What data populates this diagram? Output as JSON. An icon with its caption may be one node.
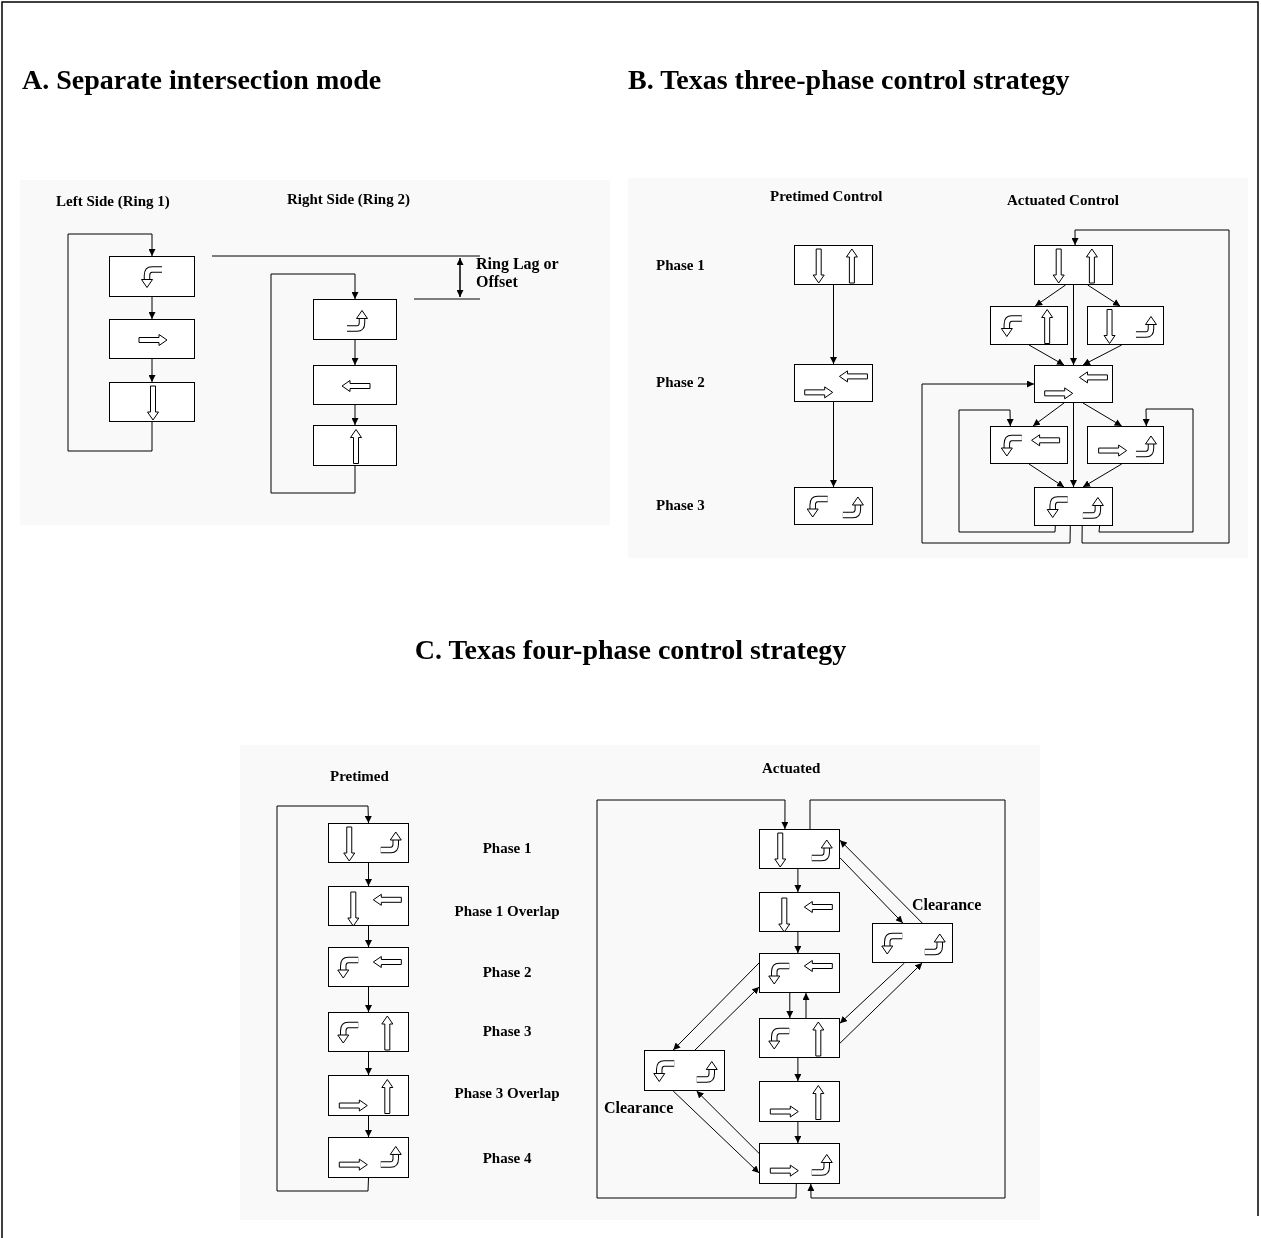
{
  "diagram": {
    "nodes": [
      {
        "text": [],
        "shape": "box"
      },
      {
        "text": [],
        "shape": "box"
      },
      {
        "text": [],
        "shape": "box"
      },
      {
        "text": [],
        "shape": "box"
      },
      {
        "text": [],
        "shape": "box"
      },
      {
        "text": [],
        "shape": "box"
      },
      {
        "text": [],
        "shape": "box"
      },
      {
        "text": [],
        "shape": "box"
      },
      {
        "text": [],
        "shape": "box"
      },
      {
        "text": [],
        "shape": "box"
      },
      {
        "text": [],
        "shape": "box"
      },
      {
        "text": [],
        "shape": "box"
      },
      {
        "text": [],
        "shape": "box"
      },
      {
        "text": [],
        "shape": "box"
      },
      {
        "text": [],
        "shape": "box"
      },
      {
        "text": [],
        "shape": "box"
      },
      {
        "text": [],
        "shape": "box"
      },
      {
        "text": [],
        "shape": "box"
      },
      {
        "text": [],
        "shape": "box"
      },
      {
        "text": [],
        "shape": "box"
      },
      {
        "text": [],
        "shape": "box"
      },
      {
        "text": [],
        "shape": "box"
      },
      {
        "text": [],
        "shape": "box"
      },
      {
        "text": [],
        "shape": "box"
      },
      {
        "text": [],
        "shape": "box"
      },
      {
        "text": [],
        "shape": "box"
      },
      {
        "text": [],
        "shape": "box"
      },
      {
        "text": [],
        "shape": "box"
      },
      {
        "text": [],
        "shape": "box",
        "beside": [
          "Clearance"
        ]
      },
      {
        "text": [],
        "shape": "box",
        "beside": [
          "Clearance"
        ]
      }
    ],
    "edges": [
      {
        "from": 0,
        "to": 1,
        "arrow": "to"
      },
      {
        "from": 1,
        "to": 2,
        "arrow": "to"
      },
      {
        "from": 2,
        "to": 0,
        "arrow": "to"
      },
      {
        "from": 3,
        "to": 4,
        "arrow": "to"
      },
      {
        "from": 4,
        "to": 5,
        "arrow": "to"
      },
      {
        "from": 5,
        "to": 3,
        "arrow": "to"
      },
      {
        "from": 6,
        "to": 7,
        "arrow": "to"
      },
      {
        "from": 7,
        "to": 8,
        "arrow": "to"
      },
      {
        "from": 9,
        "to": 10,
        "arrow": "to"
      },
      {
        "from": 9,
        "to": 12,
        "arrow": "to"
      },
      {
        "from": 9,
        "to": 11,
        "arrow": "to"
      },
      {
        "from": 10,
        "to": 12,
        "arrow": "to"
      },
      {
        "from": 11,
        "to": 12,
        "arrow": "to"
      },
      {
        "from": 12,
        "to": 13,
        "arrow": "to"
      },
      {
        "from": 12,
        "to": 15,
        "arrow": "to"
      },
      {
        "from": 12,
        "to": 14,
        "arrow": "to"
      },
      {
        "from": 13,
        "to": 15,
        "arrow": "to"
      },
      {
        "from": 14,
        "to": 15,
        "arrow": "to"
      },
      {
        "from": 15,
        "to": 12,
        "arrow": "to"
      },
      {
        "from": 15,
        "to": 13,
        "arrow": "to"
      },
      {
        "from": 15,
        "to": 14,
        "arrow": "to"
      },
      {
        "from": 15,
        "to": 9,
        "arrow": "to"
      },
      {
        "from": 16,
        "to": 17,
        "arrow": "to"
      },
      {
        "from": 17,
        "to": 18,
        "arrow": "to"
      },
      {
        "from": 18,
        "to": 19,
        "arrow": "to"
      },
      {
        "from": 19,
        "to": 20,
        "arrow": "to"
      },
      {
        "from": 20,
        "to": 21,
        "arrow": "to"
      },
      {
        "from": 21,
        "to": 16,
        "arrow": "to"
      },
      {
        "from": 22,
        "to": 23,
        "arrow": "to"
      },
      {
        "from": 23,
        "to": 24,
        "arrow": "to"
      },
      {
        "from": 24,
        "to": 25,
        "arrow": "to"
      },
      {
        "from": 25,
        "to": 24,
        "arrow": "to"
      },
      {
        "from": 25,
        "to": 26,
        "arrow": "to"
      },
      {
        "from": 26,
        "to": 27,
        "arrow": "to"
      },
      {
        "from": 27,
        "to": 22,
        "arrow": "to"
      },
      {
        "from": 22,
        "to": 27,
        "arrow": "to"
      },
      {
        "from": 22,
        "to": 28,
        "arrow": "to"
      },
      {
        "from": 28,
        "to": 22,
        "arrow": "to"
      },
      {
        "from": 28,
        "to": 25,
        "arrow": "to"
      },
      {
        "from": 25,
        "to": 28,
        "arrow": "to"
      },
      {
        "from": 24,
        "to": 29,
        "arrow": "to"
      },
      {
        "from": 29,
        "to": 24,
        "arrow": "to"
      },
      {
        "from": 29,
        "to": 27,
        "arrow": "to"
      },
      {
        "from": 27,
        "to": 29,
        "arrow": "to"
      }
    ],
    "labels": [
      "A. Separate intersection mode",
      "B. Texas three-phase control strategy",
      "Left Side (Ring 1)",
      "Right Side (Ring 2)",
      "Ring Lag or Offset",
      "Pretimed Control",
      "Actuated Control",
      "Phase 1",
      "Phase 2",
      "Phase 3",
      "C. Texas four-phase control strategy",
      "Pretimed",
      "Actuated",
      "Phase 1",
      "Phase 1 Overlap",
      "Phase 2",
      "Phase 3",
      "Phase 3 Overlap",
      "Phase 4"
    ]
  }
}
